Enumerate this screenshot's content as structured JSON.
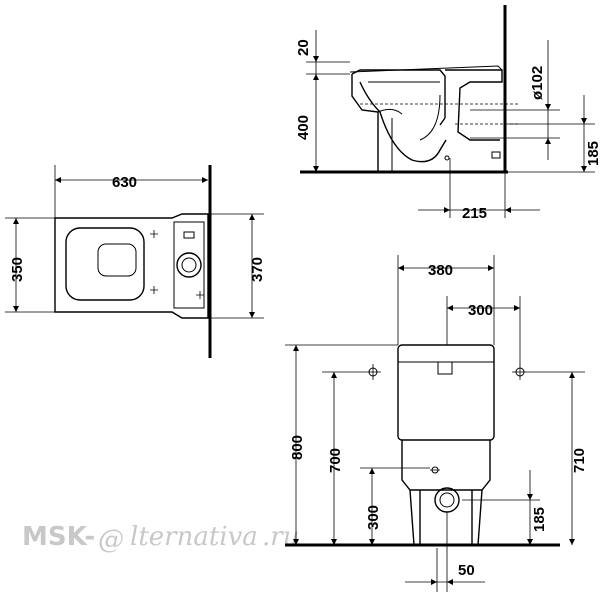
{
  "dimensions": {
    "side_view": {
      "rim_offset": "20",
      "seat_height": "400",
      "outlet_diameter": "ø102",
      "outlet_height": "185",
      "outlet_wall_distance": "215"
    },
    "top_view": {
      "length": "630",
      "width_bowl": "350",
      "width_tank": "370"
    },
    "front_view": {
      "tank_width": "380",
      "fixing_spacing": "300",
      "total_height": "800",
      "tank_fixing_height_left": "700",
      "tank_fixing_height_right": "710",
      "floor_fixing_height": "300",
      "water_inlet_height": "185",
      "water_inlet_offset": "50"
    }
  },
  "watermark": {
    "prefix": "MSK-",
    "symbol": "@",
    "suffix": "lternativa",
    "tld": ".ru"
  }
}
